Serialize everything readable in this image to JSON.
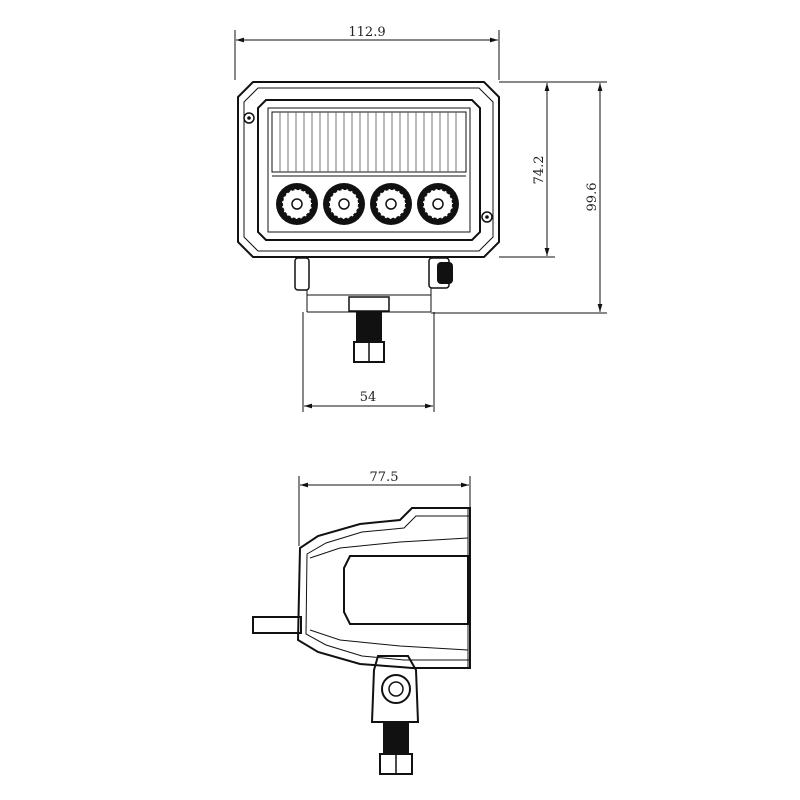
{
  "dimensions": {
    "overall_width": "112.9",
    "lens_height": "74.2",
    "overall_height": "99.6",
    "bracket_width": "54",
    "depth": "77.5"
  },
  "front_view": {
    "led_count": 4
  }
}
